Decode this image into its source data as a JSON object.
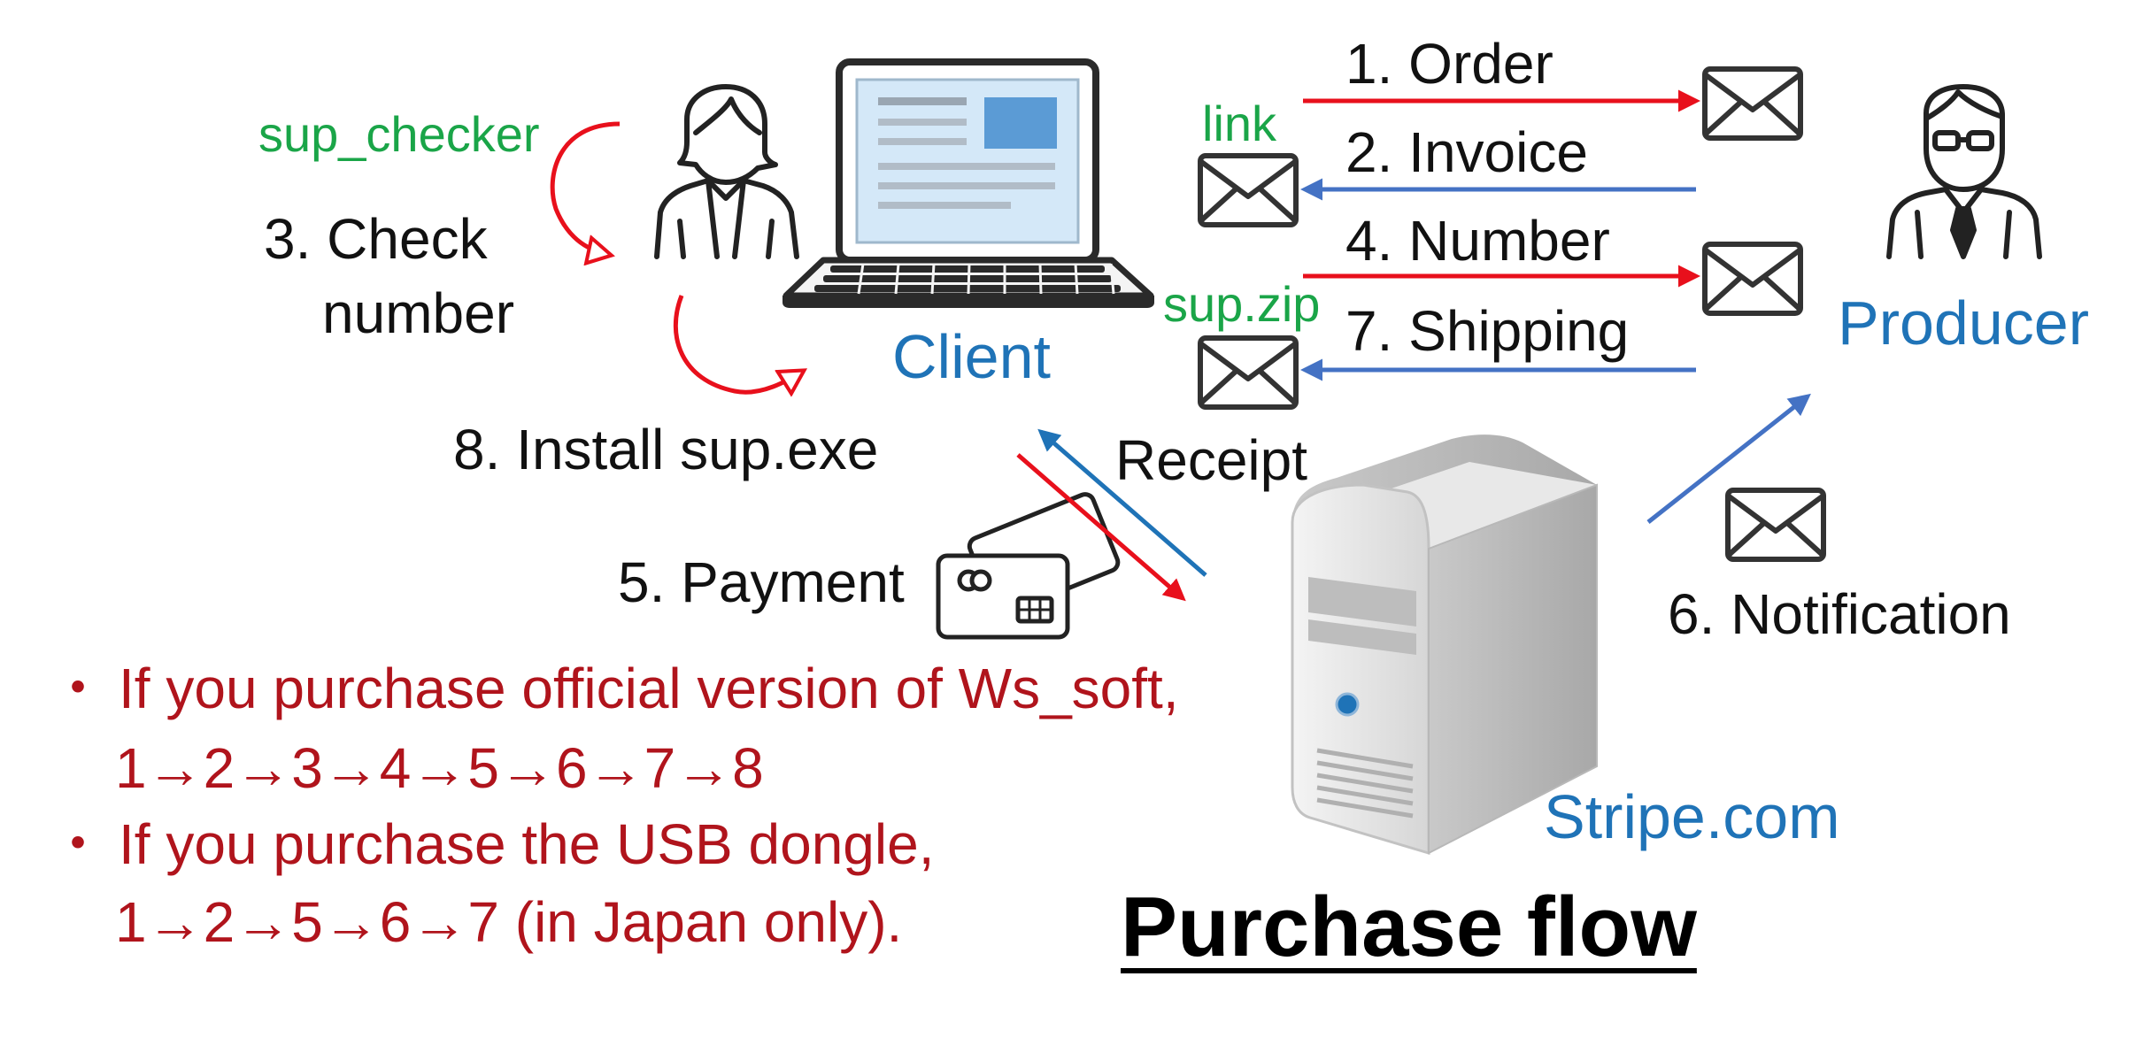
{
  "title": "Purchase flow",
  "actors": {
    "client": "Client",
    "producer": "Producer",
    "server": "Stripe.com"
  },
  "steps": {
    "order": "1. Order",
    "invoice": "2. Invoice",
    "check": "3. Check",
    "check_line2": "number",
    "number": "4. Number",
    "payment": "5. Payment",
    "notification": "6. Notification",
    "shipping": "7. Shipping",
    "install": "8. Install sup.exe",
    "receipt": "Receipt"
  },
  "attachments": {
    "checker": "sup_checker",
    "link": "link",
    "zip": "sup.zip"
  },
  "notes": {
    "bullet": "・",
    "official": "If you purchase official version of Ws_soft,",
    "official_sequence": "1→2→3→4→5→6→7→8",
    "dongle": "If you purchase the USB dongle,",
    "dongle_sequence": "1→2→5→6→7 (in Japan only)."
  },
  "colors": {
    "red_arrow": "#e8101c",
    "blue_arrow": "#4472c4",
    "actor_blue": "#1f73b7",
    "attachment_green": "#1aa548",
    "note_red": "#b0141c"
  },
  "icons": [
    "person-female-icon",
    "person-male-icon",
    "laptop-icon",
    "envelope-icon",
    "credit-card-icon",
    "server-icon"
  ]
}
